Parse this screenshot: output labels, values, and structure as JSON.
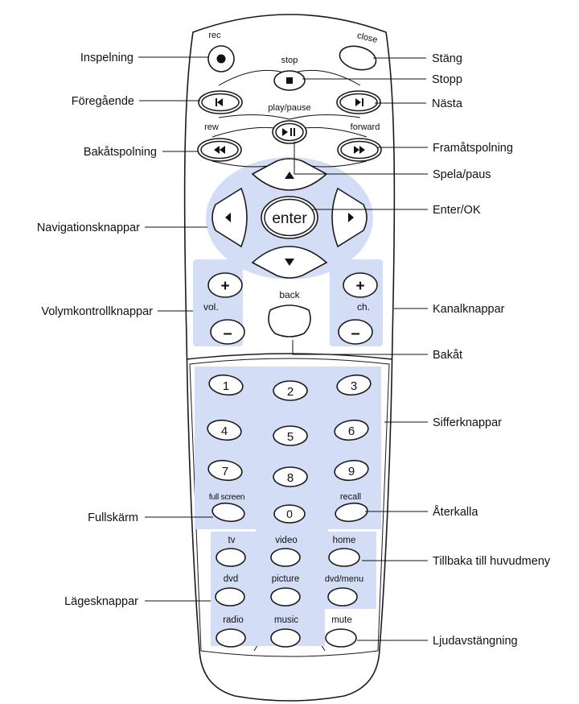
{
  "remote": {
    "buttons": {
      "rec": "rec",
      "close": "close",
      "stop": "stop",
      "play_pause": "play/pause",
      "rew": "rew",
      "forward": "forward",
      "enter": "enter",
      "vol": "vol.",
      "ch": "ch.",
      "back": "back",
      "digits": [
        "1",
        "2",
        "3",
        "4",
        "5",
        "6",
        "7",
        "8",
        "9",
        "0"
      ],
      "full_screen": "full screen",
      "recall": "recall",
      "tv": "tv",
      "video": "video",
      "home": "home",
      "dvd": "dvd",
      "picture": "picture",
      "dvd_menu": "dvd/menu",
      "radio": "radio",
      "music": "music",
      "mute": "mute"
    }
  },
  "callouts": {
    "left": {
      "inspelning": "Inspelning",
      "foregaende": "Föregående",
      "bakatspolning": "Bakåtspolning",
      "navigationsknappar": "Navigationsknappar",
      "volymkontroll": "Volymkontrollknappar",
      "fullskarm": "Fullskärm",
      "lagesknappar": "Lägesknappar"
    },
    "right": {
      "stang": "Stäng",
      "stopp": "Stopp",
      "nasta": "Nästa",
      "framatspolning": "Framåtspolning",
      "spela_paus": "Spela/paus",
      "enter_ok": "Enter/OK",
      "kanalknappar": "Kanalknappar",
      "bakat": "Bakåt",
      "sifferknappar": "Sifferknappar",
      "aterkalla": "Återkalla",
      "tillbaka": "Tillbaka till huvudmeny",
      "ljudavstangning": "Ljudavstängning"
    }
  },
  "colors": {
    "shading": "#d4ddf6",
    "outline": "#1a1a1a",
    "background": "#ffffff"
  }
}
